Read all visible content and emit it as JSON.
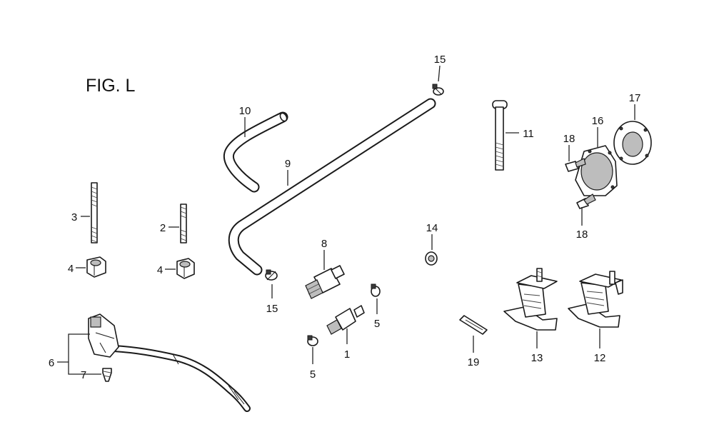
{
  "figure": {
    "title": "FIG. L"
  },
  "callouts": [
    "1",
    "2",
    "3",
    "4",
    "5",
    "6",
    "7",
    "8",
    "9",
    "10",
    "11",
    "12",
    "13",
    "14",
    "15",
    "16",
    "17",
    "18",
    "19"
  ]
}
